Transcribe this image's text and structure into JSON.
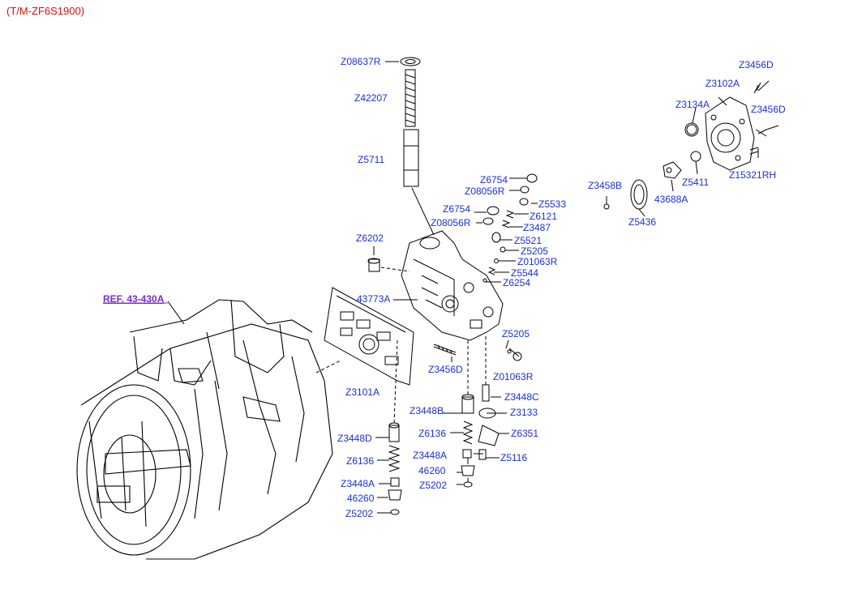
{
  "header": "(T/M-ZF6S1900)",
  "ref_label": "REF. 43-430A",
  "labels": {
    "z08637r": "Z08637R",
    "z42207": "Z42207",
    "z5711": "Z5711",
    "z6754_a": "Z6754",
    "z08056r_a": "Z08056R",
    "z5533": "Z5533",
    "z6754_b": "Z6754",
    "z6121": "Z6121",
    "z08056r_b": "Z08056R",
    "z3487": "Z3487",
    "z6202": "Z6202",
    "z5521": "Z5521",
    "z5205_a": "Z5205",
    "z01063r_a": "Z01063R",
    "z5544": "Z5544",
    "z6254": "Z6254",
    "n43773a": "43773A",
    "z5205_b": "Z5205",
    "z3456d_c": "Z3456D",
    "z01063r_b": "Z01063R",
    "z3101a": "Z3101A",
    "z3448c": "Z3448C",
    "z3448b": "Z3448B",
    "z3133": "Z3133",
    "z6136_a": "Z6136",
    "z6351": "Z6351",
    "z3448d": "Z3448D",
    "z3448a_a": "Z3448A",
    "z5116": "Z5116",
    "n46260_a": "46260",
    "z6136_b": "Z6136",
    "z5202_a": "Z5202",
    "z3448a_b": "Z3448A",
    "n46260_b": "46260",
    "z5202_b": "Z5202",
    "z3456d_a": "Z3456D",
    "z3102a": "Z3102A",
    "z3134a": "Z3134A",
    "z3456d_b": "Z3456D",
    "z5411": "Z5411",
    "z15321rh": "Z15321RH",
    "z3458b": "Z3458B",
    "n43688a": "43688A",
    "z5436": "Z5436"
  }
}
